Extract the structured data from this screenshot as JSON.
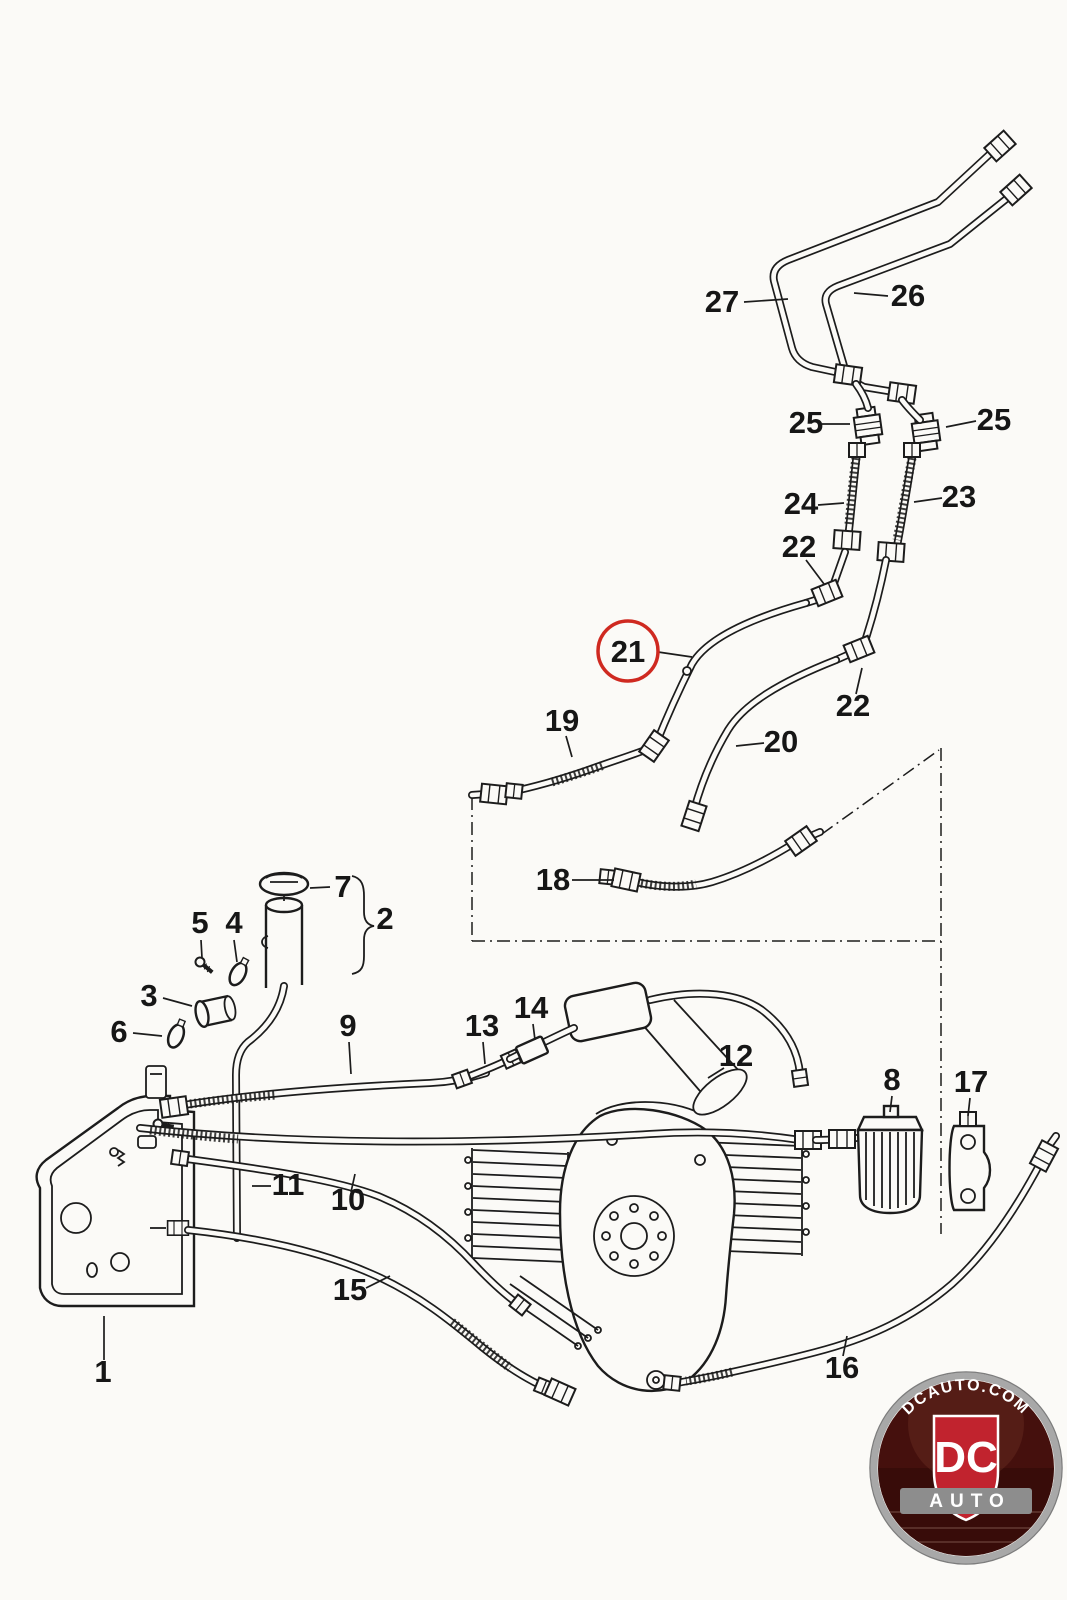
{
  "page": {
    "background": "#fbfaf7",
    "ink": "#1c1c1c"
  },
  "diagram": {
    "type": "exploded-parts-diagram",
    "subject": "fuel-system-lines-and-engine",
    "highlight": {
      "part": "21",
      "color": "#cf2920"
    },
    "callouts": [
      {
        "label": "27"
      },
      {
        "label": "26"
      },
      {
        "label": "25"
      },
      {
        "label": "25"
      },
      {
        "label": "24"
      },
      {
        "label": "23"
      },
      {
        "label": "22"
      },
      {
        "label": "22"
      },
      {
        "label": "21"
      },
      {
        "label": "19"
      },
      {
        "label": "20"
      },
      {
        "label": "18"
      },
      {
        "label": "7"
      },
      {
        "label": "2"
      },
      {
        "label": "5"
      },
      {
        "label": "4"
      },
      {
        "label": "3"
      },
      {
        "label": "6"
      },
      {
        "label": "9"
      },
      {
        "label": "13"
      },
      {
        "label": "14"
      },
      {
        "label": "12"
      },
      {
        "label": "8"
      },
      {
        "label": "17"
      },
      {
        "label": "11"
      },
      {
        "label": "10"
      },
      {
        "label": "15"
      },
      {
        "label": "1"
      },
      {
        "label": "16"
      }
    ]
  },
  "logo": {
    "arc_text": "DCAUTO.COM",
    "monogram": "DC",
    "banner_text": "AUTO",
    "shield_color": "#c1232e",
    "banner_color": "#8d8d8d",
    "background_color": "#45100d",
    "ring_color": "#a8a8a8"
  }
}
